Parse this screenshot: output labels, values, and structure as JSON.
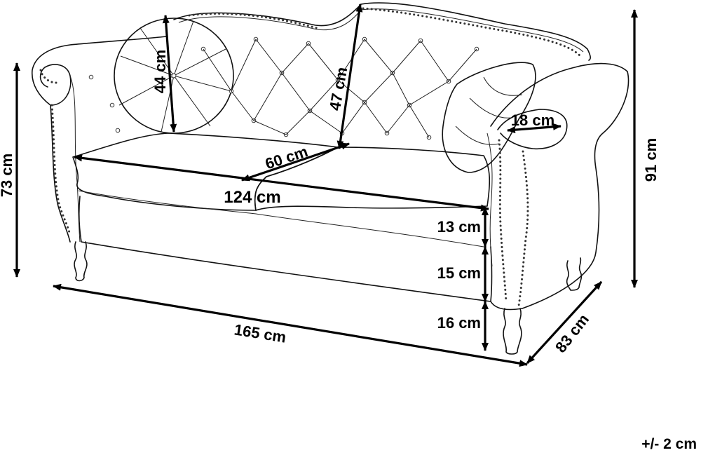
{
  "dimensions": {
    "height_total": "91 cm",
    "height_arm": "73 cm",
    "width_total": "165 cm",
    "depth_total": "83 cm",
    "seat_width": "124 cm",
    "seat_depth": "60 cm",
    "back_height": "47 cm",
    "pillow": "44 cm",
    "arm_width": "18 cm",
    "seat_cushion": "13 cm",
    "seat_base": "15 cm",
    "leg_height": "16 cm"
  },
  "tolerance": "+/- 2 cm"
}
